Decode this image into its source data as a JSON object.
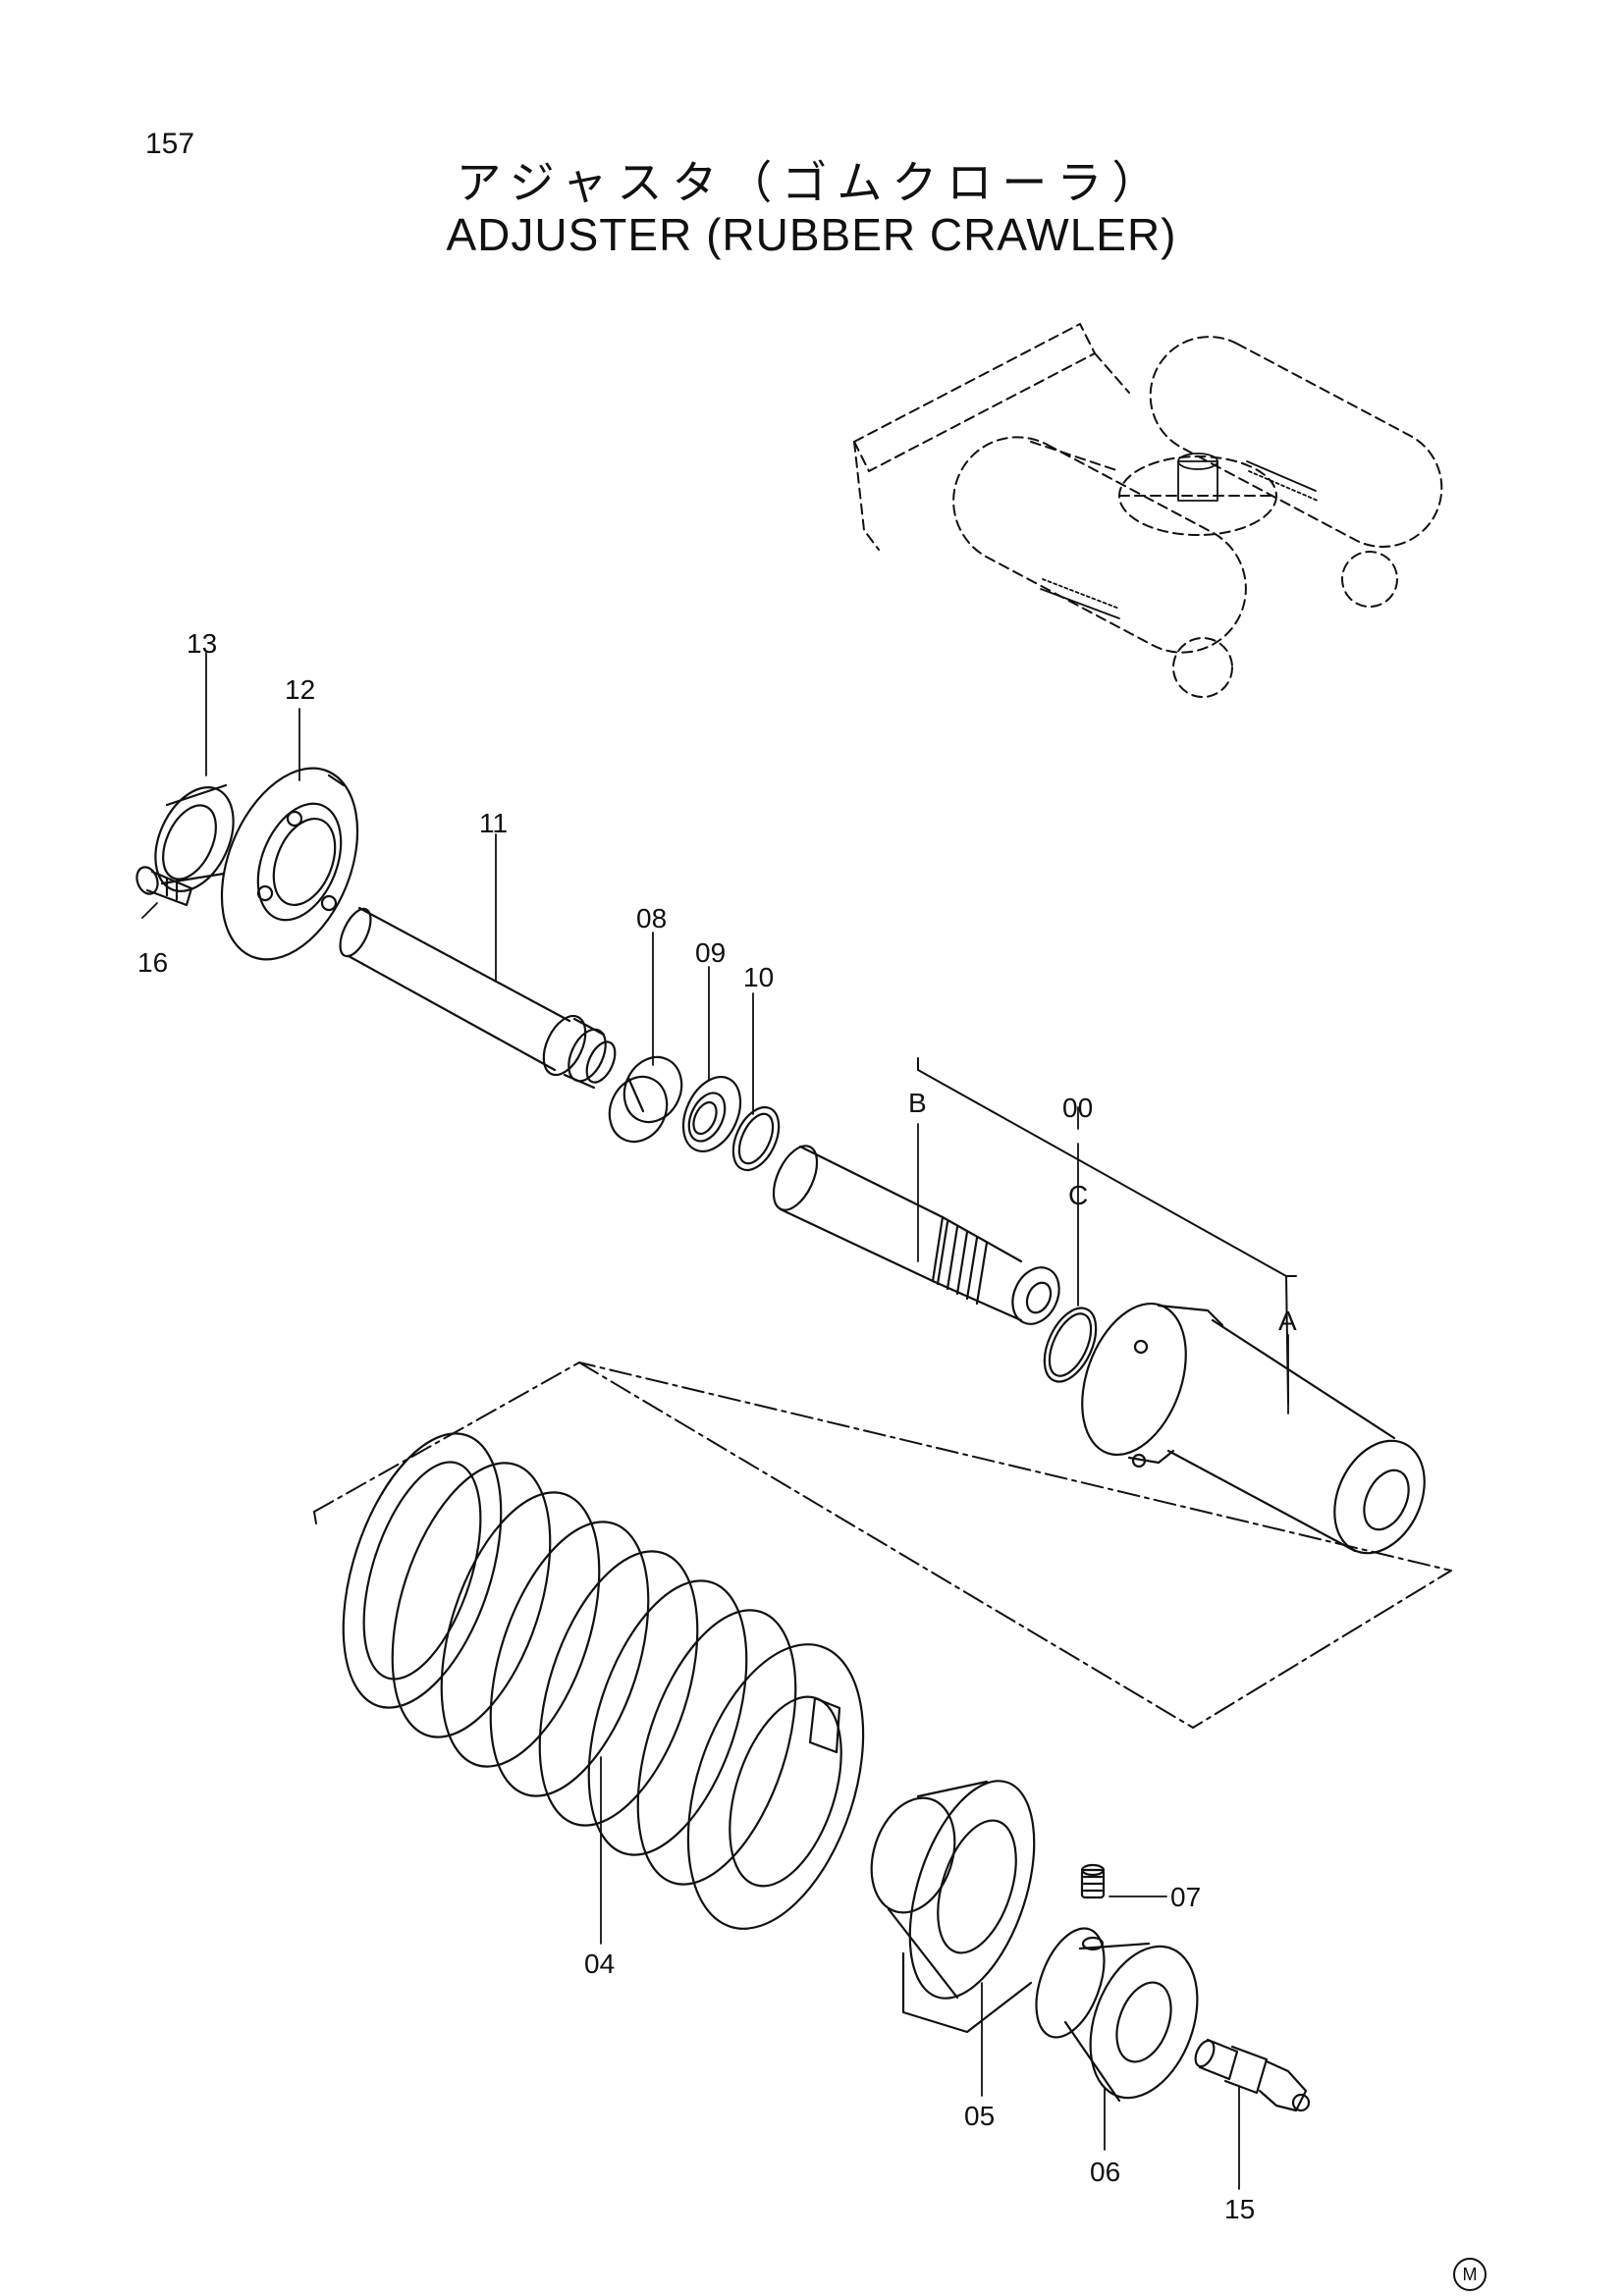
{
  "header": {
    "page_number": "157",
    "title_jp": "アジャスタ（ゴムクローラ）",
    "title_en": "ADJUSTER (RUBBER CRAWLER)"
  },
  "callouts": {
    "p13": "13",
    "p12": "12",
    "p11": "11",
    "p16": "16",
    "p08": "08",
    "p09": "09",
    "p10": "10",
    "p00": "00",
    "pB": "B",
    "pC": "C",
    "pA": "A",
    "p04": "04",
    "p05": "05",
    "p06": "06",
    "p07": "07",
    "p15": "15"
  },
  "footer": {
    "mark": "M"
  }
}
